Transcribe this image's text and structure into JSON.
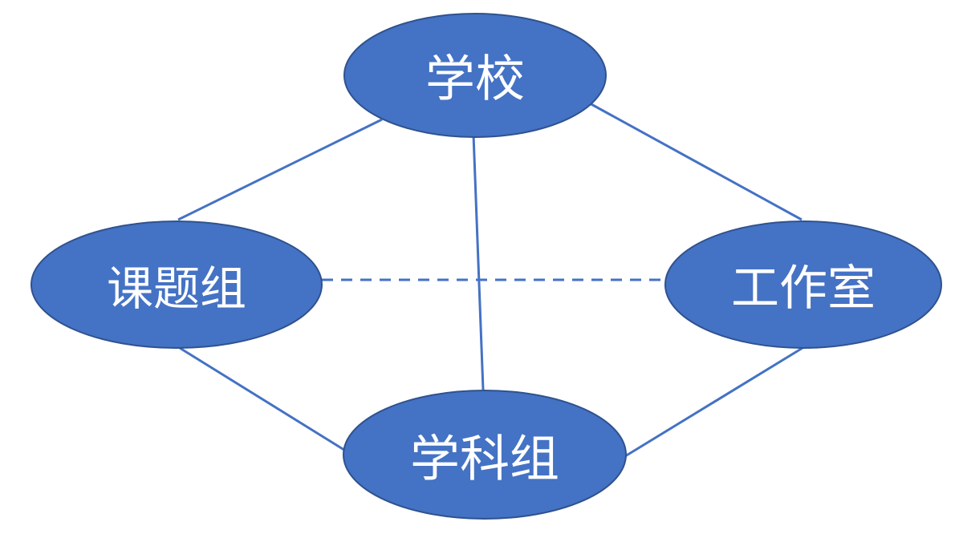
{
  "diagram": {
    "nodes": {
      "school": {
        "label": "学校"
      },
      "research_group": {
        "label": "课题组"
      },
      "studio": {
        "label": "工作室"
      },
      "subject_group": {
        "label": "学科组"
      }
    },
    "edges": [
      {
        "from": "school",
        "to": "research_group",
        "style": "solid"
      },
      {
        "from": "school",
        "to": "studio",
        "style": "solid"
      },
      {
        "from": "school",
        "to": "subject_group",
        "style": "solid"
      },
      {
        "from": "research_group",
        "to": "subject_group",
        "style": "solid"
      },
      {
        "from": "studio",
        "to": "subject_group",
        "style": "solid"
      },
      {
        "from": "research_group",
        "to": "studio",
        "style": "dashed"
      }
    ],
    "colors": {
      "node_fill": "#4472C4",
      "node_border": "#2F528F",
      "edge": "#4472C4",
      "label": "#ffffff"
    }
  }
}
